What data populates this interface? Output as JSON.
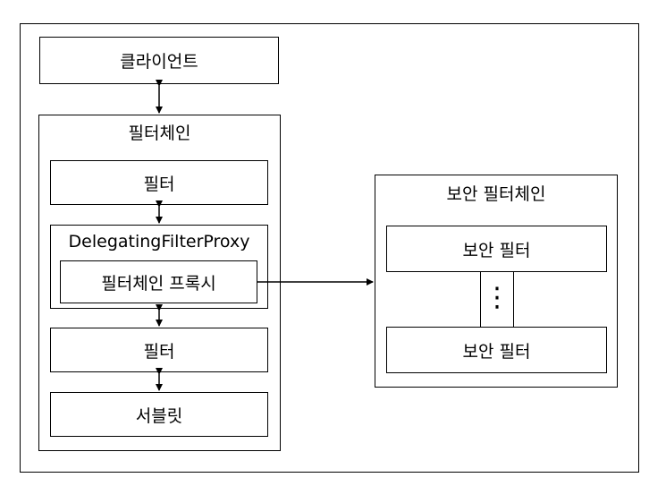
{
  "diagram": {
    "client": "클라이언트",
    "filter_chain": {
      "title": "필터체인",
      "filter_top": "필터",
      "delegating_proxy": {
        "title": "DelegatingFilterProxy",
        "inner": "필터체인 프록시"
      },
      "filter_bottom": "필터",
      "servlet": "서블릿"
    },
    "security_chain": {
      "title": "보안 필터체인",
      "filter_top": "보안 필터",
      "ellipsis": "⋮",
      "filter_bottom": "보안 필터"
    }
  }
}
